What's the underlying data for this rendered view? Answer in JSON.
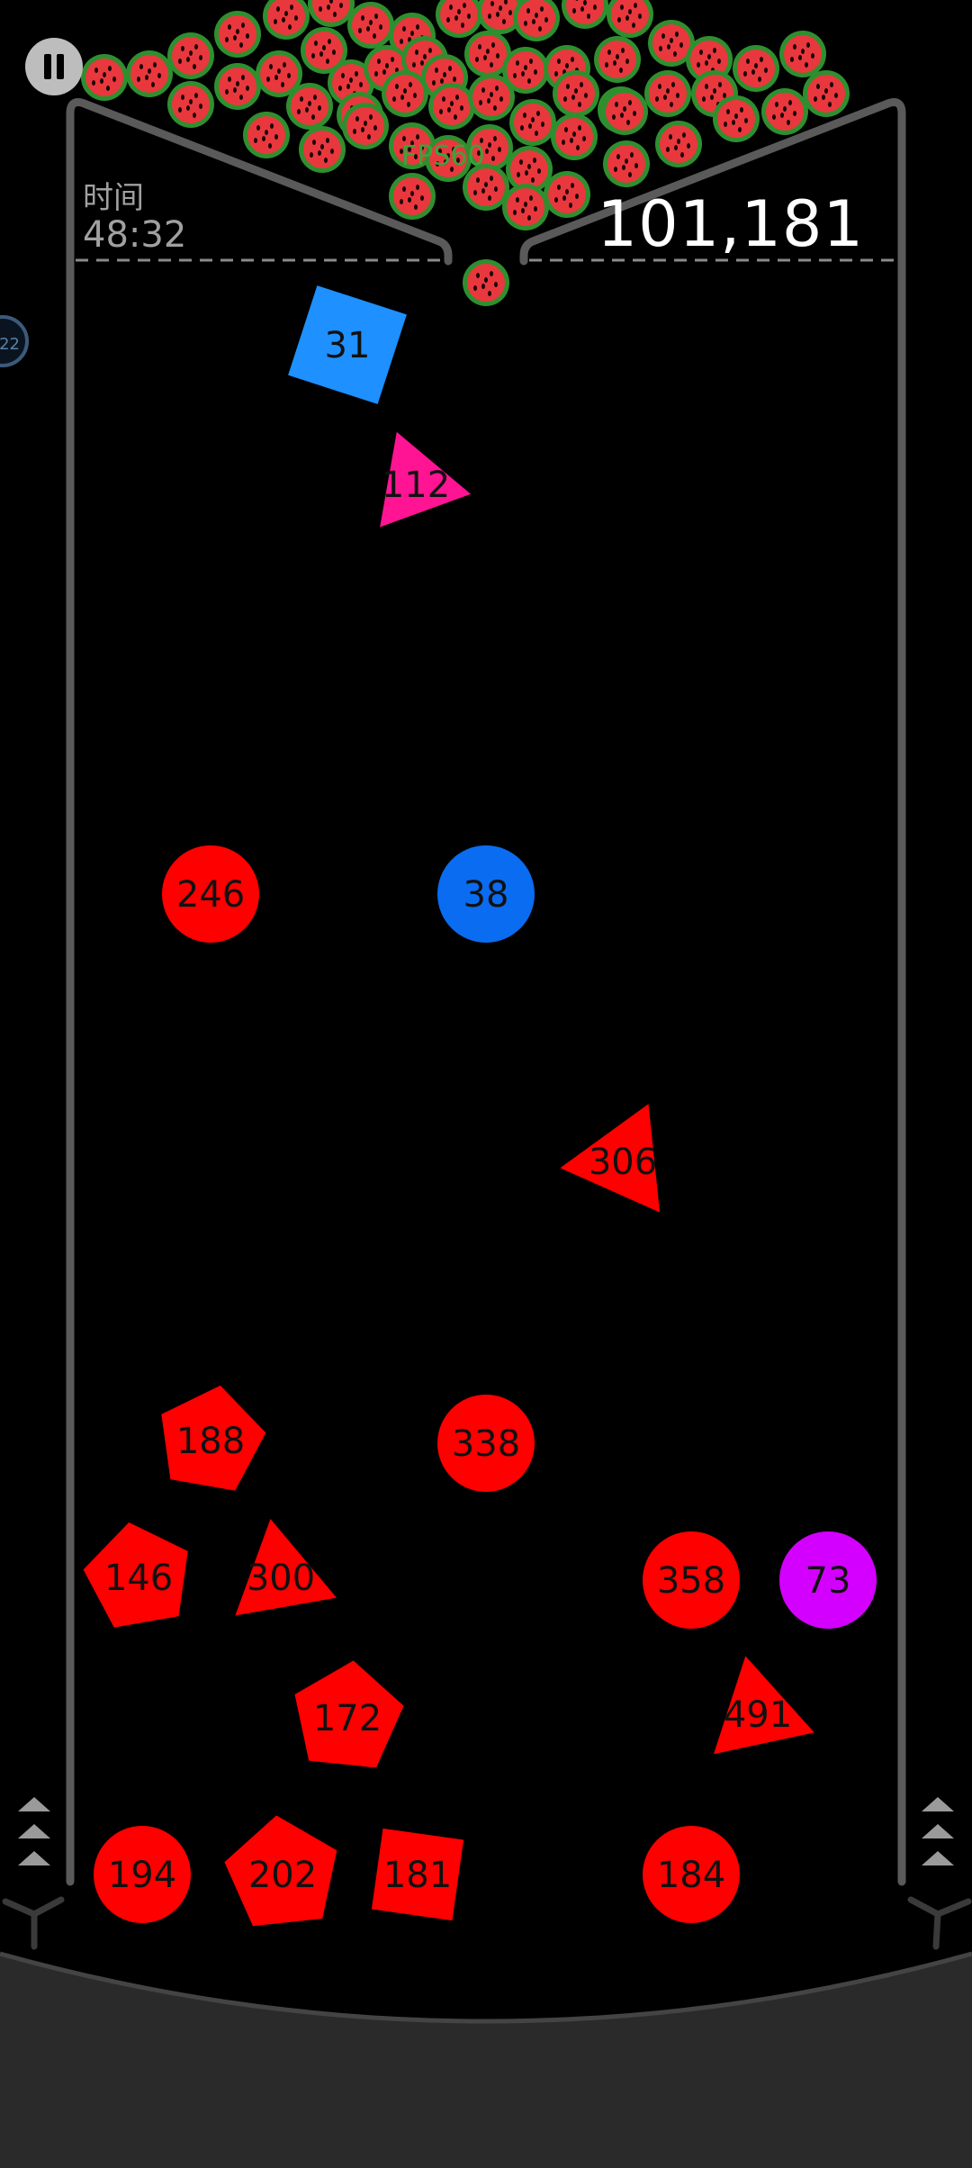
{
  "hud": {
    "time_label": "时间",
    "time_value": "48:32",
    "score": "101,181",
    "fps": "FPS60",
    "side_token_label": "22"
  },
  "colors": {
    "wall": "#5a5a5a",
    "dashed_line": "#8a8a8a",
    "floor": "#2a2a2a",
    "red": "#ff0000",
    "blue_block": "#1e90ff",
    "blue_ball": "#0a6cf0",
    "pink": "#ff1493",
    "purple": "#d400ff",
    "watermelon_rind": "#2f8f2f",
    "watermelon_flesh": "#e8383d"
  },
  "blocks": [
    {
      "id": "block-31",
      "shape": "square",
      "label": "31",
      "color": "#1e90ff"
    },
    {
      "id": "block-112",
      "shape": "triangle",
      "label": "112",
      "color": "#ff1493"
    },
    {
      "id": "block-246",
      "shape": "circle",
      "label": "246",
      "color": "#ff0000"
    },
    {
      "id": "block-38",
      "shape": "circle",
      "label": "38",
      "color": "#0a6cf0"
    },
    {
      "id": "block-306",
      "shape": "triangle",
      "label": "306",
      "color": "#ff0000"
    },
    {
      "id": "block-188",
      "shape": "pentagon",
      "label": "188",
      "color": "#ff0000"
    },
    {
      "id": "block-338",
      "shape": "circle",
      "label": "338",
      "color": "#ff0000"
    },
    {
      "id": "block-146",
      "shape": "pentagon",
      "label": "146",
      "color": "#ff0000"
    },
    {
      "id": "block-300",
      "shape": "triangle",
      "label": "300",
      "color": "#ff0000"
    },
    {
      "id": "block-358",
      "shape": "circle",
      "label": "358",
      "color": "#ff0000"
    },
    {
      "id": "block-73",
      "shape": "circle",
      "label": "73",
      "color": "#d400ff"
    },
    {
      "id": "block-172",
      "shape": "pentagon",
      "label": "172",
      "color": "#ff0000"
    },
    {
      "id": "block-491",
      "shape": "triangle",
      "label": "491",
      "color": "#ff0000"
    },
    {
      "id": "block-194",
      "shape": "circle",
      "label": "194",
      "color": "#ff0000"
    },
    {
      "id": "block-202",
      "shape": "pentagon",
      "label": "202",
      "color": "#ff0000"
    },
    {
      "id": "block-181",
      "shape": "square",
      "label": "181",
      "color": "#ff0000"
    },
    {
      "id": "block-184",
      "shape": "circle",
      "label": "184",
      "color": "#ff0000"
    }
  ],
  "icons": [
    "pause-icon",
    "arrows-up-icon",
    "flipper-icon",
    "watermelon-ball-icon"
  ]
}
